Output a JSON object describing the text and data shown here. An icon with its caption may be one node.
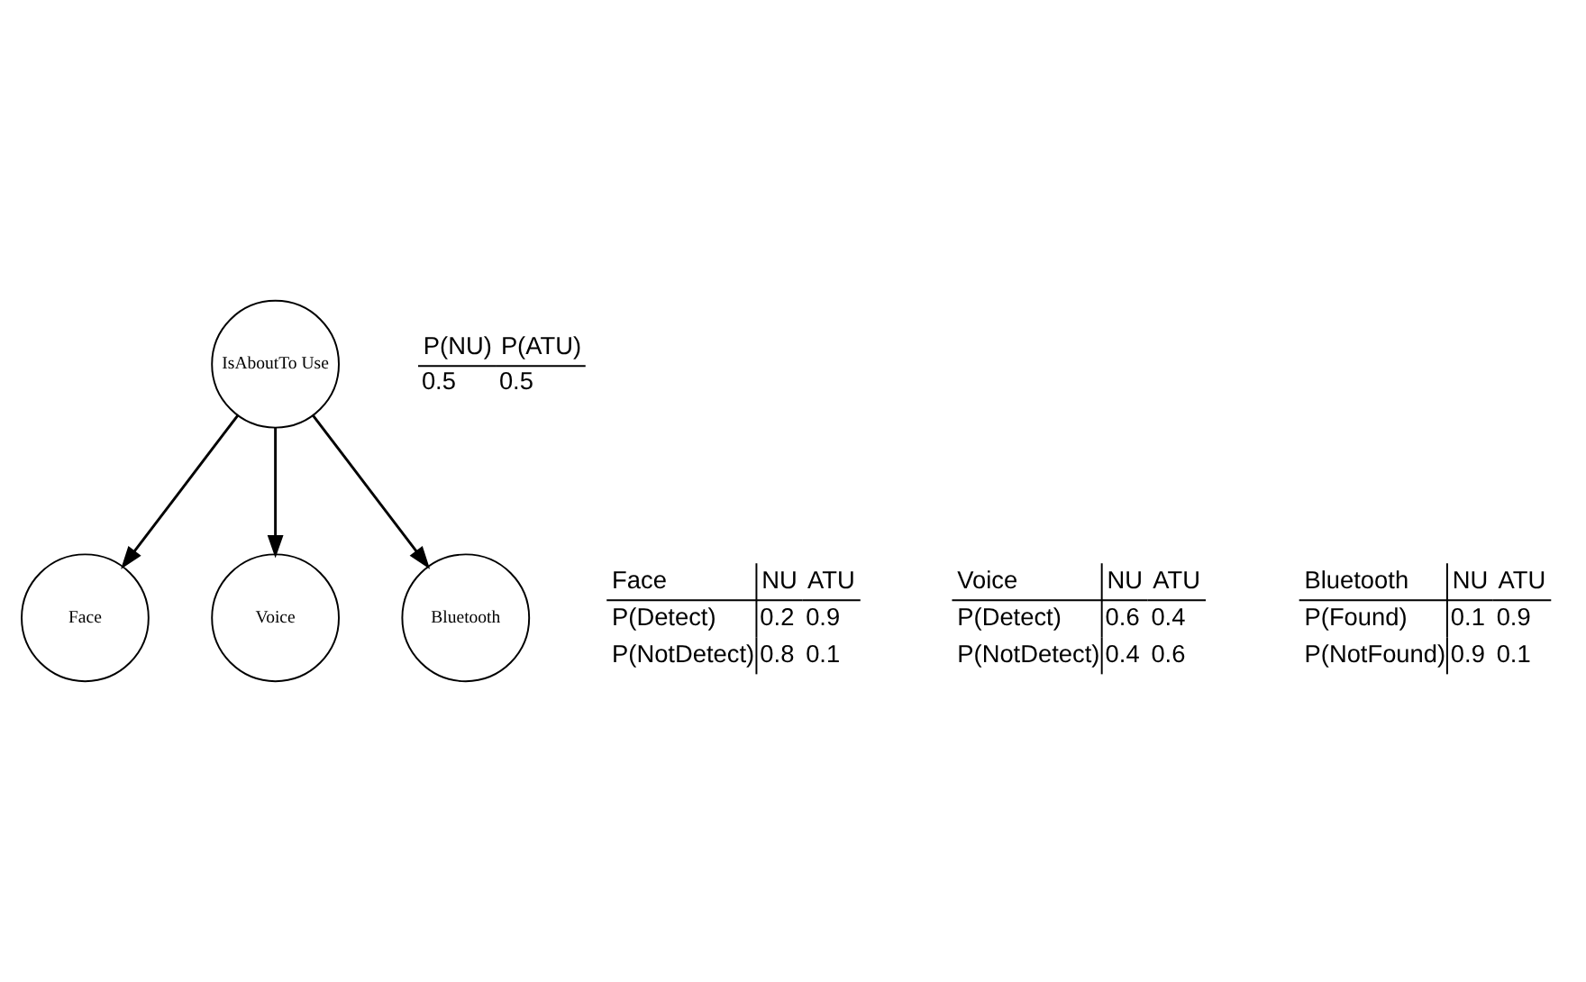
{
  "diagram": {
    "nodes": [
      {
        "text": [
          "IsAboutTo Use"
        ],
        "beside": [
          "P(NU)",
          "P(ATU)",
          "0.5",
          "0.5"
        ]
      },
      {
        "text": [
          "Face"
        ],
        "beside": [
          "Face",
          "NU",
          "ATU",
          "P(Detect)",
          "0.2",
          "0.9",
          "P(NotDetect)",
          "0.8",
          "0.1"
        ]
      },
      {
        "text": [
          "Voice"
        ],
        "beside": [
          "Voice",
          "NU",
          "ATU",
          "P(Detect)",
          "0.6",
          "0.4",
          "P(NotDetect)",
          "0.4",
          "0.6"
        ]
      },
      {
        "text": [
          "Bluetooth"
        ],
        "beside": [
          "Bluetooth",
          "NU",
          "ATU",
          "P(Found)",
          "0.1",
          "0.9",
          "P(NotFound)",
          "0.9",
          "0.1"
        ]
      }
    ],
    "edges": [
      {
        "from": 0,
        "to": 1,
        "arrow": "to"
      },
      {
        "from": 0,
        "to": 2,
        "arrow": "to"
      },
      {
        "from": 0,
        "to": 3,
        "arrow": "to"
      }
    ]
  }
}
